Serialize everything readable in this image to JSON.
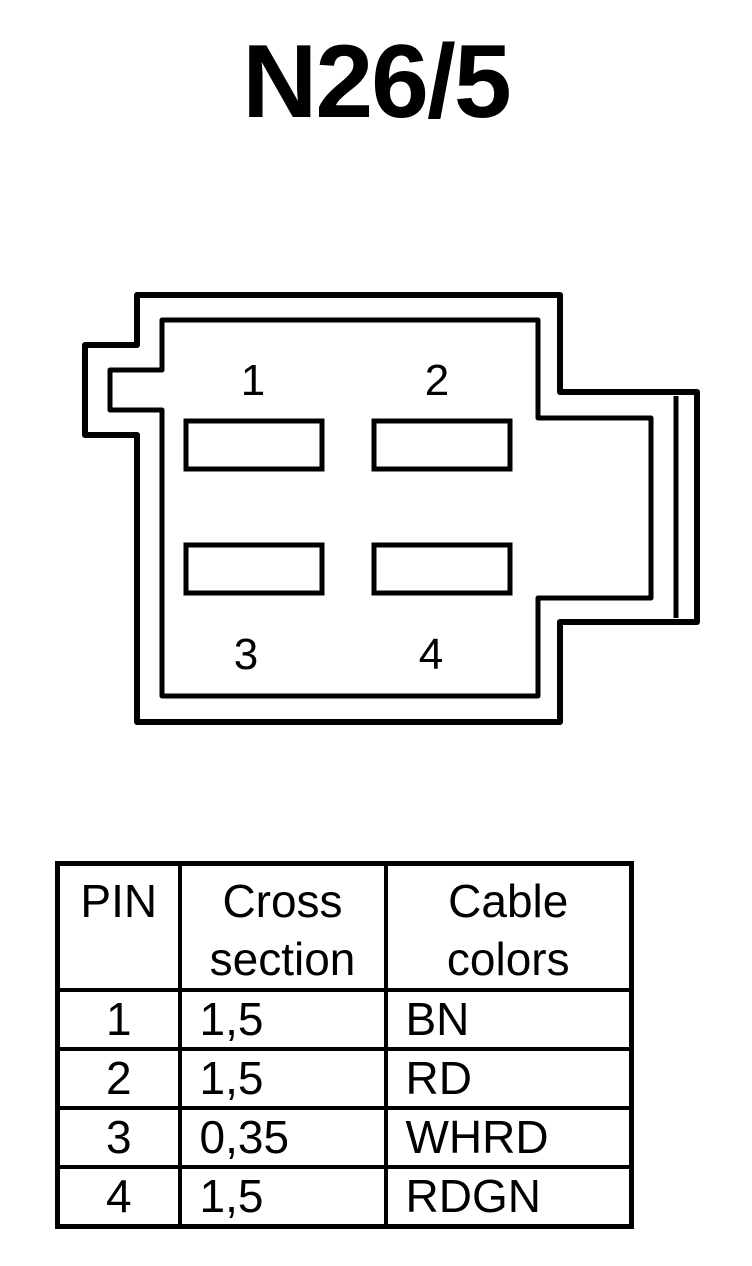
{
  "title": "N26/5",
  "connector": {
    "pin_labels": [
      "1",
      "2",
      "3",
      "4"
    ],
    "line_color": "#000000",
    "background": "#ffffff"
  },
  "table": {
    "headers": {
      "pin": "PIN",
      "cross_line1": "Cross",
      "cross_line2": "section",
      "color_line1": "Cable",
      "color_line2": "colors"
    },
    "rows": [
      {
        "pin": "1",
        "cross_section": "1,5",
        "color": "BN"
      },
      {
        "pin": "2",
        "cross_section": "1,5",
        "color": "RD"
      },
      {
        "pin": "3",
        "cross_section": "0,35",
        "color": "WHRD"
      },
      {
        "pin": "4",
        "cross_section": "1,5",
        "color": "RDGN"
      }
    ]
  }
}
